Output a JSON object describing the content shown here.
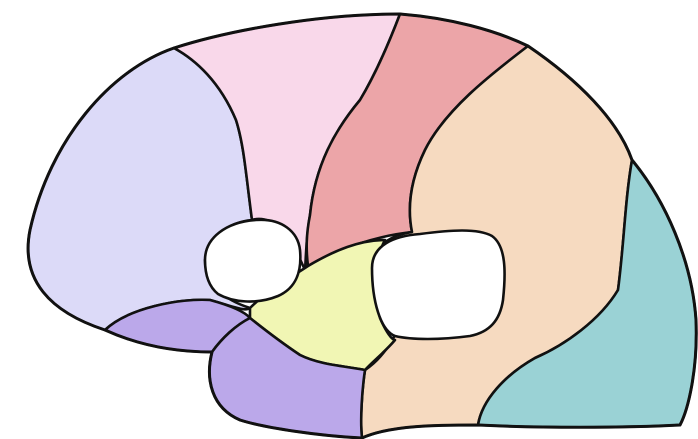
{
  "regions": [
    {
      "key": "lavender_left",
      "color": "#dcdaf8"
    },
    {
      "key": "pink_top",
      "color": "#f9d8ea"
    },
    {
      "key": "red_band",
      "color": "#eca5a8"
    },
    {
      "key": "peach_center",
      "color": "#f6dac0"
    },
    {
      "key": "teal_right",
      "color": "#9ad2d5"
    },
    {
      "key": "yellow_middle",
      "color": "#f1f6b4"
    },
    {
      "key": "purple_upper",
      "color": "#bba8ea"
    },
    {
      "key": "purple_lower",
      "color": "#bba8ea"
    }
  ],
  "holes": [
    {
      "key": "left_hole",
      "color": "#ffffff"
    },
    {
      "key": "right_hole",
      "color": "#ffffff"
    }
  ],
  "outline_color": "#111111",
  "background": "#ffffff"
}
